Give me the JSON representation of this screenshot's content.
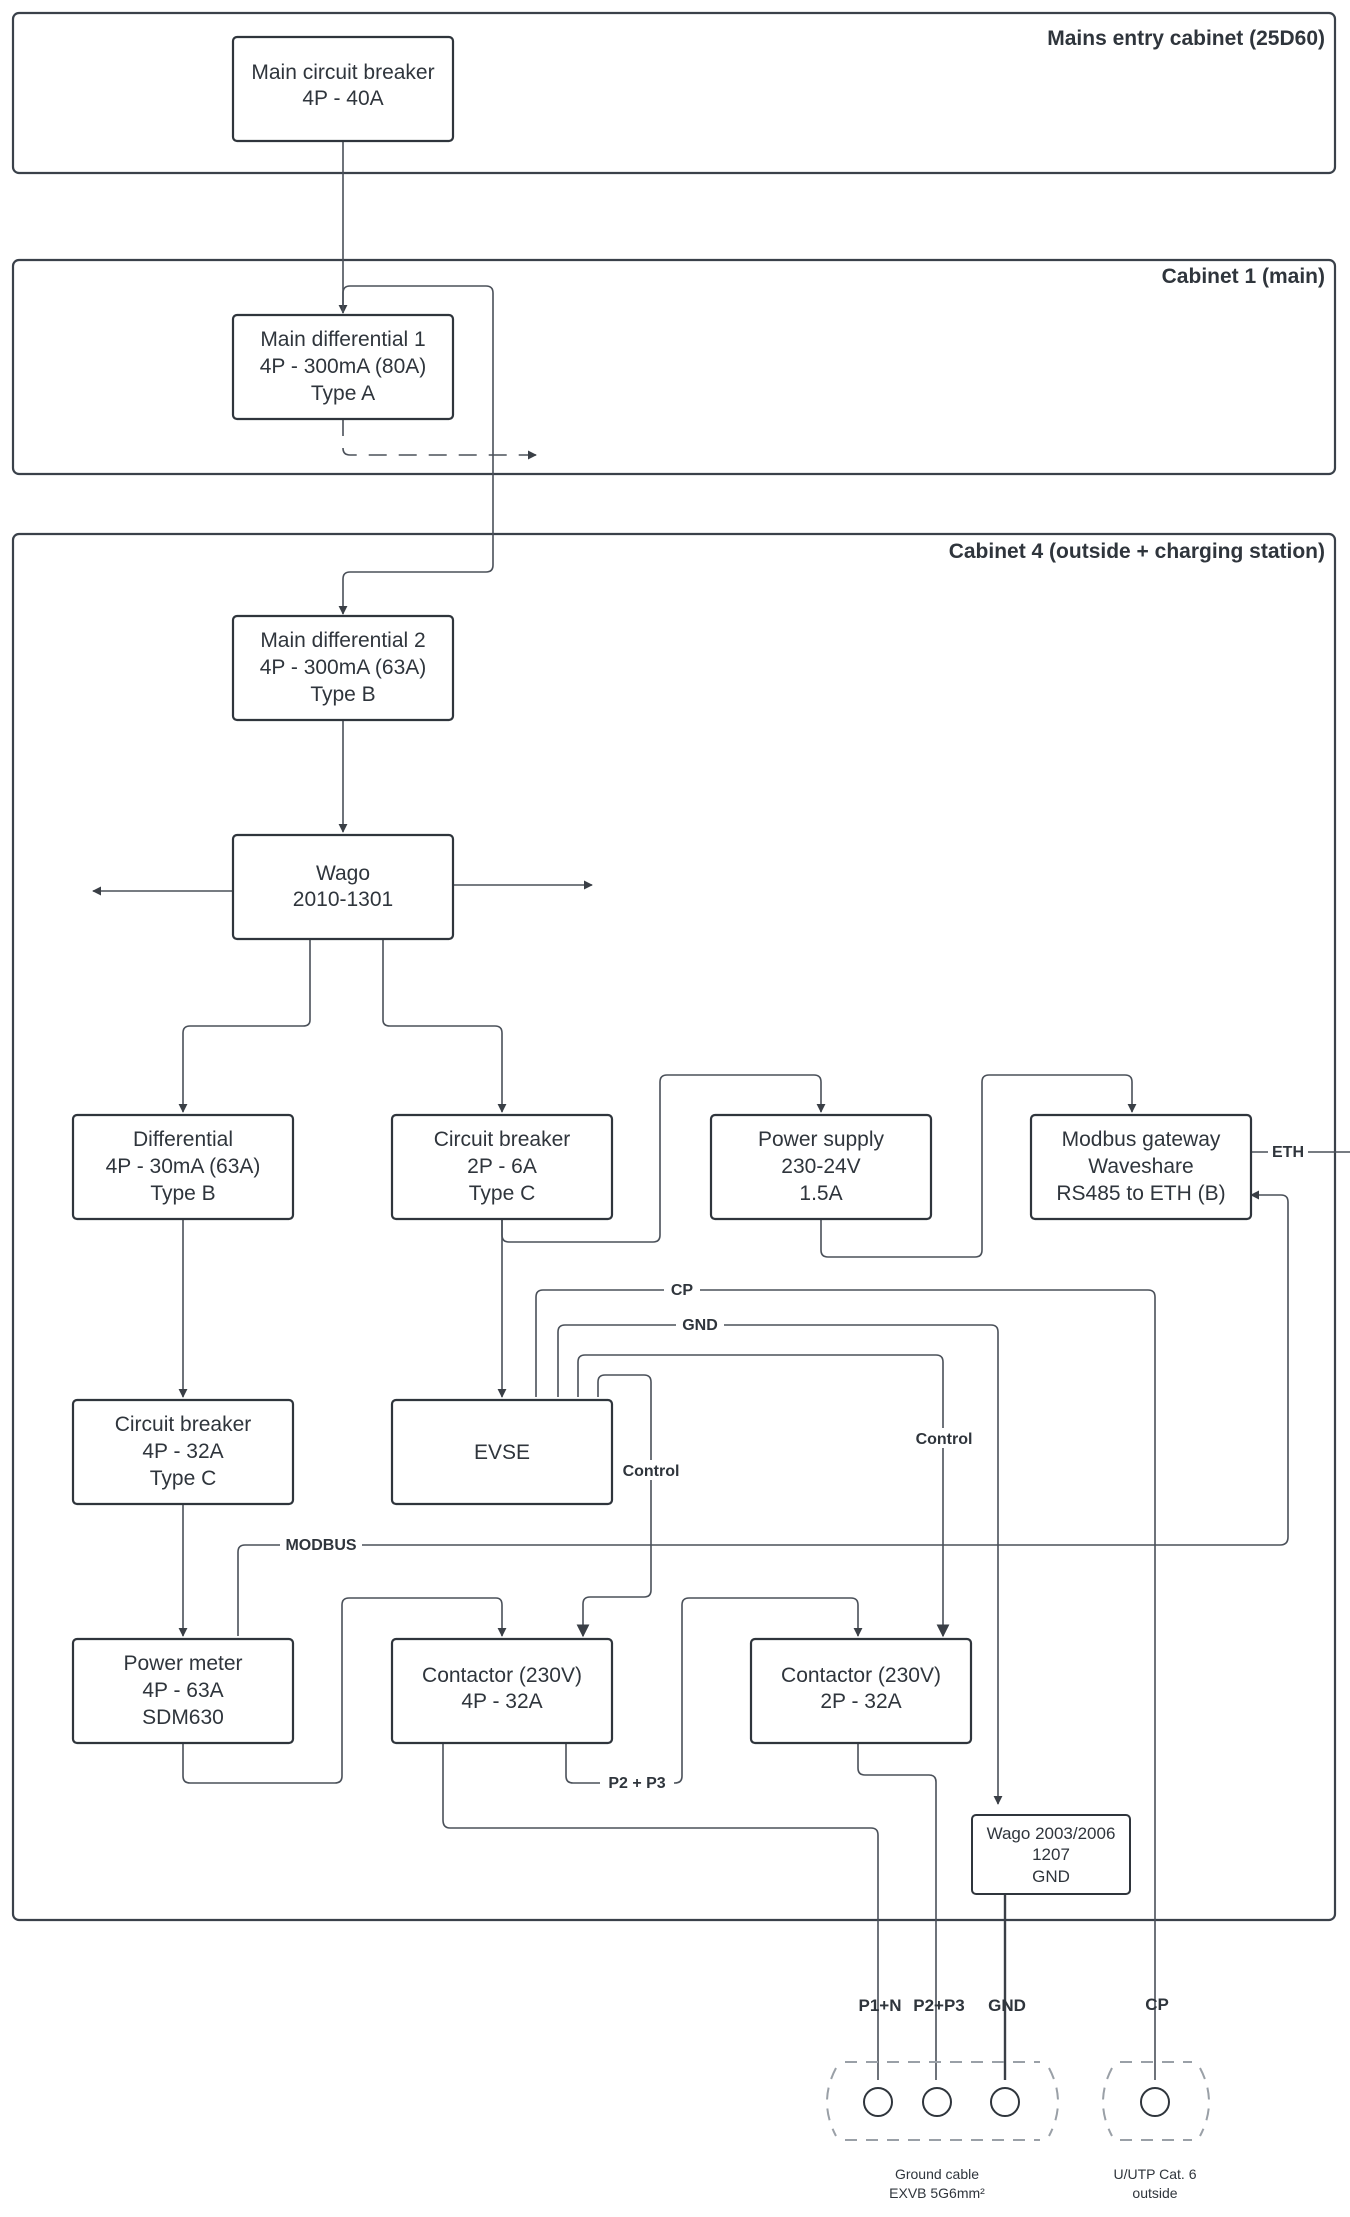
{
  "cabinets": {
    "mains": "Mains entry cabinet (25D60)",
    "cab1": "Cabinet 1 (main)",
    "cab4": "Cabinet 4 (outside + charging station)"
  },
  "boxes": {
    "main_cb": [
      "Main circuit breaker",
      "4P - 40A"
    ],
    "main_diff1": [
      "Main differential 1",
      "4P - 300mA (80A)",
      "Type A"
    ],
    "main_diff2": [
      "Main differential 2",
      "4P - 300mA (63A)",
      "Type B"
    ],
    "wago": [
      "Wago",
      "2010-1301"
    ],
    "differential": [
      "Differential",
      "4P - 30mA (63A)",
      "Type B"
    ],
    "cb_2p": [
      "Circuit breaker",
      "2P - 6A",
      "Type C"
    ],
    "psu": [
      "Power supply",
      "230-24V",
      "1.5A"
    ],
    "modbus_gw": [
      "Modbus gateway",
      "Waveshare",
      "RS485 to ETH (B)"
    ],
    "cb_4p": [
      "Circuit breaker",
      "4P - 32A",
      "Type C"
    ],
    "evse": [
      "EVSE"
    ],
    "meter": [
      "Power meter",
      "4P - 63A",
      "SDM630"
    ],
    "contactor_4p": [
      "Contactor (230V)",
      "4P - 32A"
    ],
    "contactor_2p": [
      "Contactor (230V)",
      "2P - 32A"
    ],
    "wago_gnd": [
      "Wago 2003/2006",
      "1207",
      "GND"
    ]
  },
  "wire_labels": {
    "eth": "ETH",
    "cp": "CP",
    "gnd": "GND",
    "control_left": "Control",
    "control_right": "Control",
    "modbus": "MODBUS",
    "p2p3": "P2 + P3"
  },
  "terminals": {
    "p1n": "P1+N",
    "p2p3": "P2+P3",
    "gnd": "GND",
    "cp": "CP"
  },
  "captions": {
    "ground_cable": [
      "Ground cable",
      "EXVB 5G6mm²"
    ],
    "utp": [
      "U/UTP Cat. 6",
      "outside"
    ]
  }
}
